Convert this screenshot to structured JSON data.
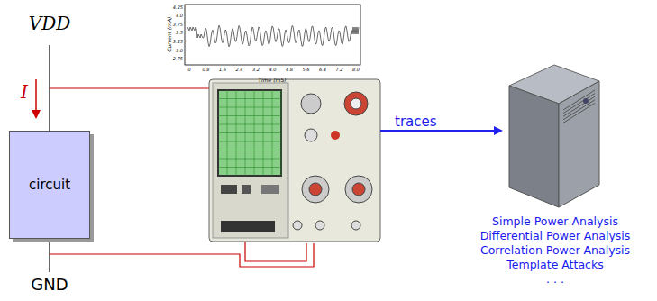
{
  "diagram": {
    "nodes": [
      {
        "text": [
          "circuit"
        ]
      }
    ],
    "labels": [
      "VDD",
      "I",
      "GND",
      "Current (mA)",
      "Time (mS)",
      "4.25",
      "4.0",
      "3.75",
      "3.5",
      "3.25",
      "3.0",
      "2.75",
      "0",
      "0.8",
      "1.6",
      "2.4",
      "3.2",
      "4.0",
      "4.8",
      "5.6",
      "6.4",
      "7.2",
      "8.0",
      "traces",
      "Simple Power Analysis",
      "Differential Power Analysis",
      "Correlation Power Analysis",
      "Template Attacks",
      ". . ."
    ]
  }
}
